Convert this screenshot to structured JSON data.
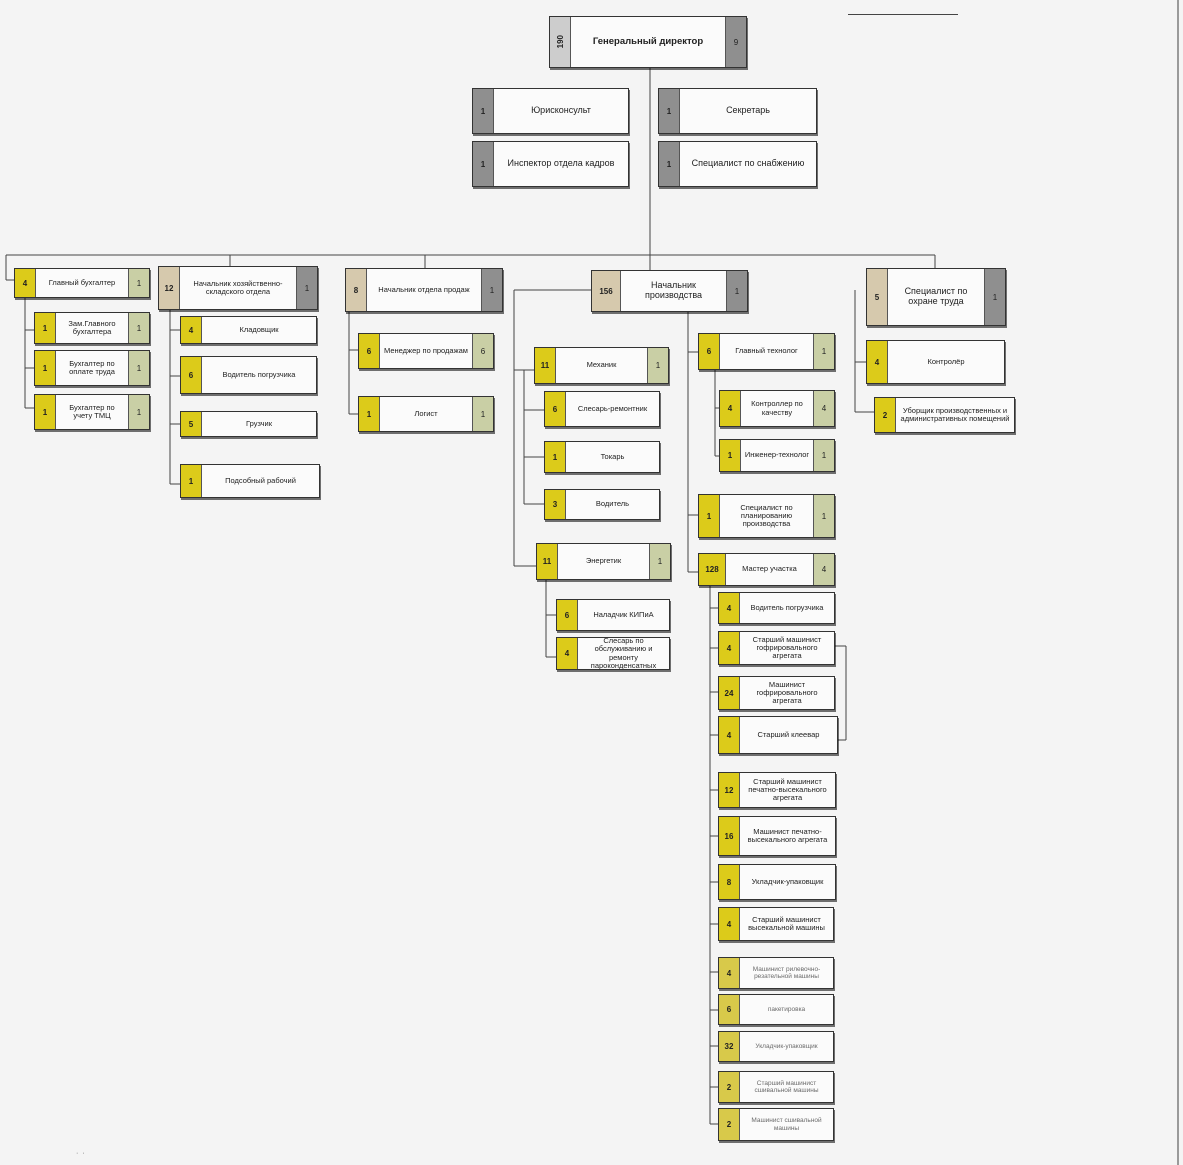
{
  "director": {
    "headcount": "190",
    "title": "Генеральный директор",
    "subordinates": "9"
  },
  "staff": [
    {
      "num": "1",
      "label": "Юрисконсульт"
    },
    {
      "num": "1",
      "label": "Секретарь"
    },
    {
      "num": "1",
      "label": "Инспектор отдела кадров"
    },
    {
      "num": "1",
      "label": "Специалист по снабжению"
    }
  ],
  "accounting": {
    "head": {
      "num": "4",
      "label": "Главный бухгалтер",
      "sub": "1"
    },
    "items": [
      {
        "num": "1",
        "label": "Зам.Главного бухгалтера",
        "sub": "1"
      },
      {
        "num": "1",
        "label": "Бухгалтер по оплате труда",
        "sub": "1"
      },
      {
        "num": "1",
        "label": "Бухгалтер по учету ТМЦ",
        "sub": "1"
      }
    ]
  },
  "warehouse": {
    "head": {
      "num": "12",
      "label": "Начальник хозяйственно-складского отдела",
      "sub": "1"
    },
    "items": [
      {
        "num": "4",
        "label": "Кладовщик"
      },
      {
        "num": "6",
        "label": "Водитель погрузчика"
      },
      {
        "num": "5",
        "label": "Грузчик"
      },
      {
        "num": "1",
        "label": "Подсобный рабочий"
      }
    ]
  },
  "sales": {
    "head": {
      "num": "8",
      "label": "Начальник отдела продаж",
      "sub": "1"
    },
    "items": [
      {
        "num": "6",
        "label": "Менеджер по продажам",
        "sub": "6"
      },
      {
        "num": "1",
        "label": "Логист",
        "sub": "1"
      }
    ]
  },
  "production": {
    "head": {
      "num": "156",
      "label": "Начальник производства",
      "sub": "1"
    },
    "mechanic": {
      "num": "11",
      "label": "Механик",
      "sub": "1"
    },
    "mechanic_items": [
      {
        "num": "6",
        "label": "Слесарь-ремонтник"
      },
      {
        "num": "1",
        "label": "Токарь"
      },
      {
        "num": "3",
        "label": "Водитель"
      }
    ],
    "energy": {
      "num": "11",
      "label": "Энергетик",
      "sub": "1"
    },
    "energy_items": [
      {
        "num": "6",
        "label": "Наладчик КИПиА"
      },
      {
        "num": "4",
        "label": "Слесарь по обслуживанию и ремонту пароконденсатных"
      }
    ],
    "technologist": {
      "num": "6",
      "label": "Главный технолог",
      "sub": "1"
    },
    "tech_items": [
      {
        "num": "4",
        "label": "Контроллер по качеству",
        "sub": "4"
      },
      {
        "num": "1",
        "label": "Инженер-технолог",
        "sub": "1"
      }
    ],
    "planner": {
      "num": "1",
      "label": "Специалист по планированию производства",
      "sub": "1"
    },
    "master": {
      "num": "128",
      "label": "Мастер участка",
      "sub": "4"
    },
    "master_items": [
      {
        "num": "4",
        "label": "Водитель погрузчика"
      },
      {
        "num": "4",
        "label": "Старший машинист гофрировального агрегата"
      },
      {
        "num": "24",
        "label": "Машинист гофрировального агрегата"
      },
      {
        "num": "4",
        "label": "Старший клеевар"
      },
      {
        "num": "12",
        "label": "Старший машинист печатно-высекального агрегата"
      },
      {
        "num": "16",
        "label": "Машинист печатно-высекального агрегата"
      },
      {
        "num": "8",
        "label": "Укладчик-упаковщик"
      },
      {
        "num": "4",
        "label": "Старший машинист высекальной машины"
      },
      {
        "num": "4",
        "label": "Машинист рилевочно-резательной машины"
      },
      {
        "num": "6",
        "label": "пакетировка"
      },
      {
        "num": "32",
        "label": "Укладчик-упаковщик"
      },
      {
        "num": "2",
        "label": "Старший машинист сшивальной машины"
      },
      {
        "num": "2",
        "label": "Машинист сшивальной машины"
      }
    ]
  },
  "safety": {
    "head": {
      "num": "5",
      "label": "Специалист по охране труда",
      "sub": "1"
    },
    "items": [
      {
        "num": "4",
        "label": "Контролёр"
      },
      {
        "num": "2",
        "label": "Уборщик производственных и административных помещений"
      }
    ]
  },
  "colors": {
    "yellow": "#dccb1a",
    "gray": "#8f8f8f",
    "beige": "#d6c9ad",
    "olive": "#c9cfa5"
  }
}
